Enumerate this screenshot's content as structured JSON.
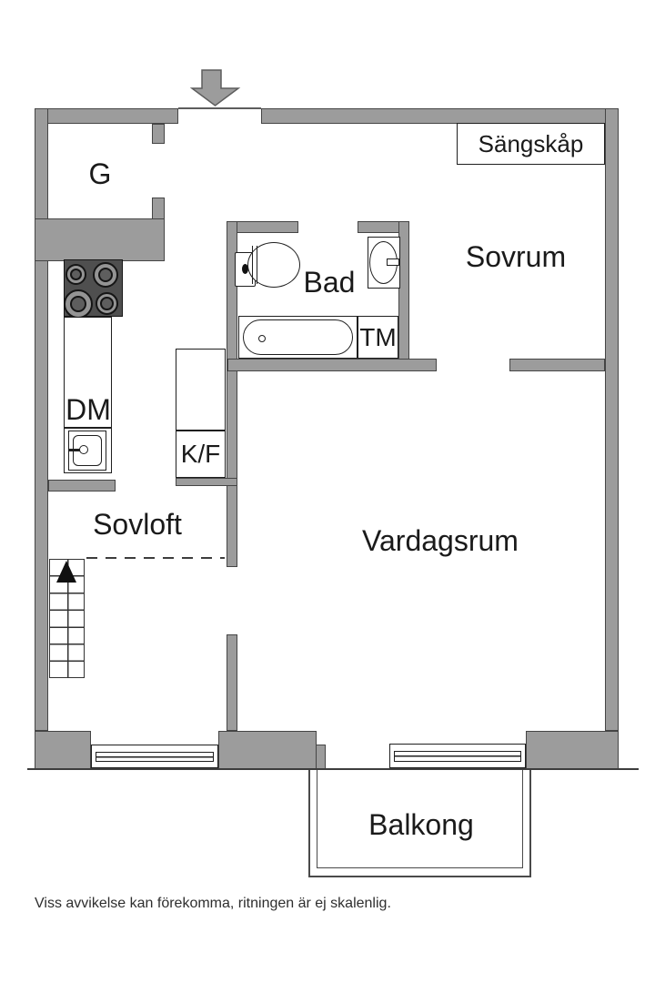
{
  "labels": {
    "closet": "G",
    "bed_cabinet": "Sängskåp",
    "bedroom": "Sovrum",
    "bathroom": "Bad",
    "washing_machine": "TM",
    "dishwasher": "DM",
    "fridge_freezer": "K/F",
    "sleeping_loft": "Sovloft",
    "living_room": "Vardagsrum",
    "balcony": "Balkong"
  },
  "footer": {
    "disclaimer": "Viss avvikelse kan förekomma, ritningen är ej skalenlig."
  },
  "colors": {
    "wall": "#9c9c9c",
    "outline": "#1f1f1f",
    "stove": "#4f4f4f"
  }
}
